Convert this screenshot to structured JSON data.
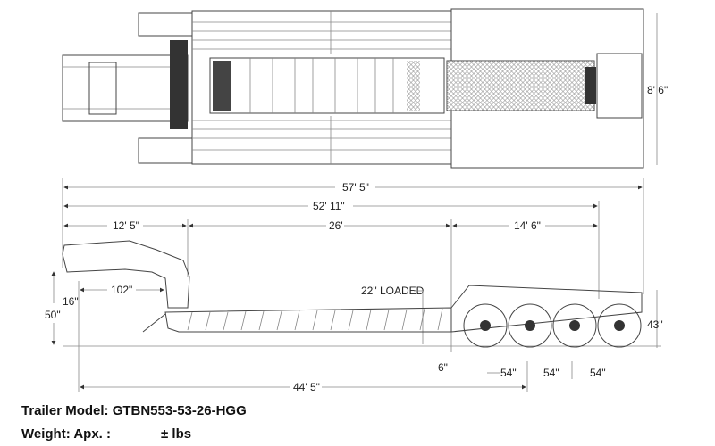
{
  "drawing": {
    "top_view": {
      "width_label": "8' 6\""
    },
    "side_view": {
      "overall_length": "57' 5\"",
      "length_to_rear_axle": "52' 11\"",
      "gooseneck_length": "12' 5\"",
      "deck_length": "26'",
      "rear_section_length": "14' 6\"",
      "kingpin_setback": "16\"",
      "swing_clearance": "102\"",
      "fifth_wheel_height": "50\"",
      "deck_height_loaded": "22\" LOADED",
      "ground_clearance": "6\"",
      "axle_spacings": [
        "54\"",
        "54\"",
        "54\""
      ],
      "kingpin_to_axle": "44' 5\"",
      "rear_deck_height": "43\""
    }
  },
  "caption": {
    "model_label": "Trailer Model: GTBN553-53-26-HGG",
    "weight_label": "Weight: Apx. :",
    "weight_unit": "± lbs"
  }
}
